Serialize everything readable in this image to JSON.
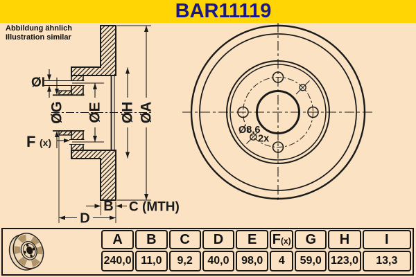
{
  "banner": {
    "title": "BAR11119"
  },
  "note": {
    "line1": "Abbildung ähnlich",
    "line2": "Illustration similar"
  },
  "colors": {
    "banner_bg": "#FFD503",
    "page_bg": "#FAE2C2",
    "title_text": "#18188C",
    "line": "#1A1A1A"
  },
  "section_view": {
    "labels": {
      "dia_i": "ØI",
      "dia_g": "ØG",
      "dia_e": "ØE",
      "dia_h": "ØH",
      "dia_a": "ØA",
      "f_main": "F",
      "f_sub": "(x)",
      "b": "B",
      "c_mth": "C (MTH)",
      "d": "D"
    }
  },
  "front_view": {
    "hole_note_dia": "Ø8,6",
    "hole_note_count": "2x"
  },
  "table": {
    "headers": [
      "A",
      "B",
      "C",
      "D",
      "E",
      "F(x)",
      "G",
      "H",
      "I"
    ],
    "values": [
      "240,0",
      "11,0",
      "9,2",
      "40,0",
      "98,0",
      "4",
      "59,0",
      "123,0",
      "13,3"
    ]
  }
}
